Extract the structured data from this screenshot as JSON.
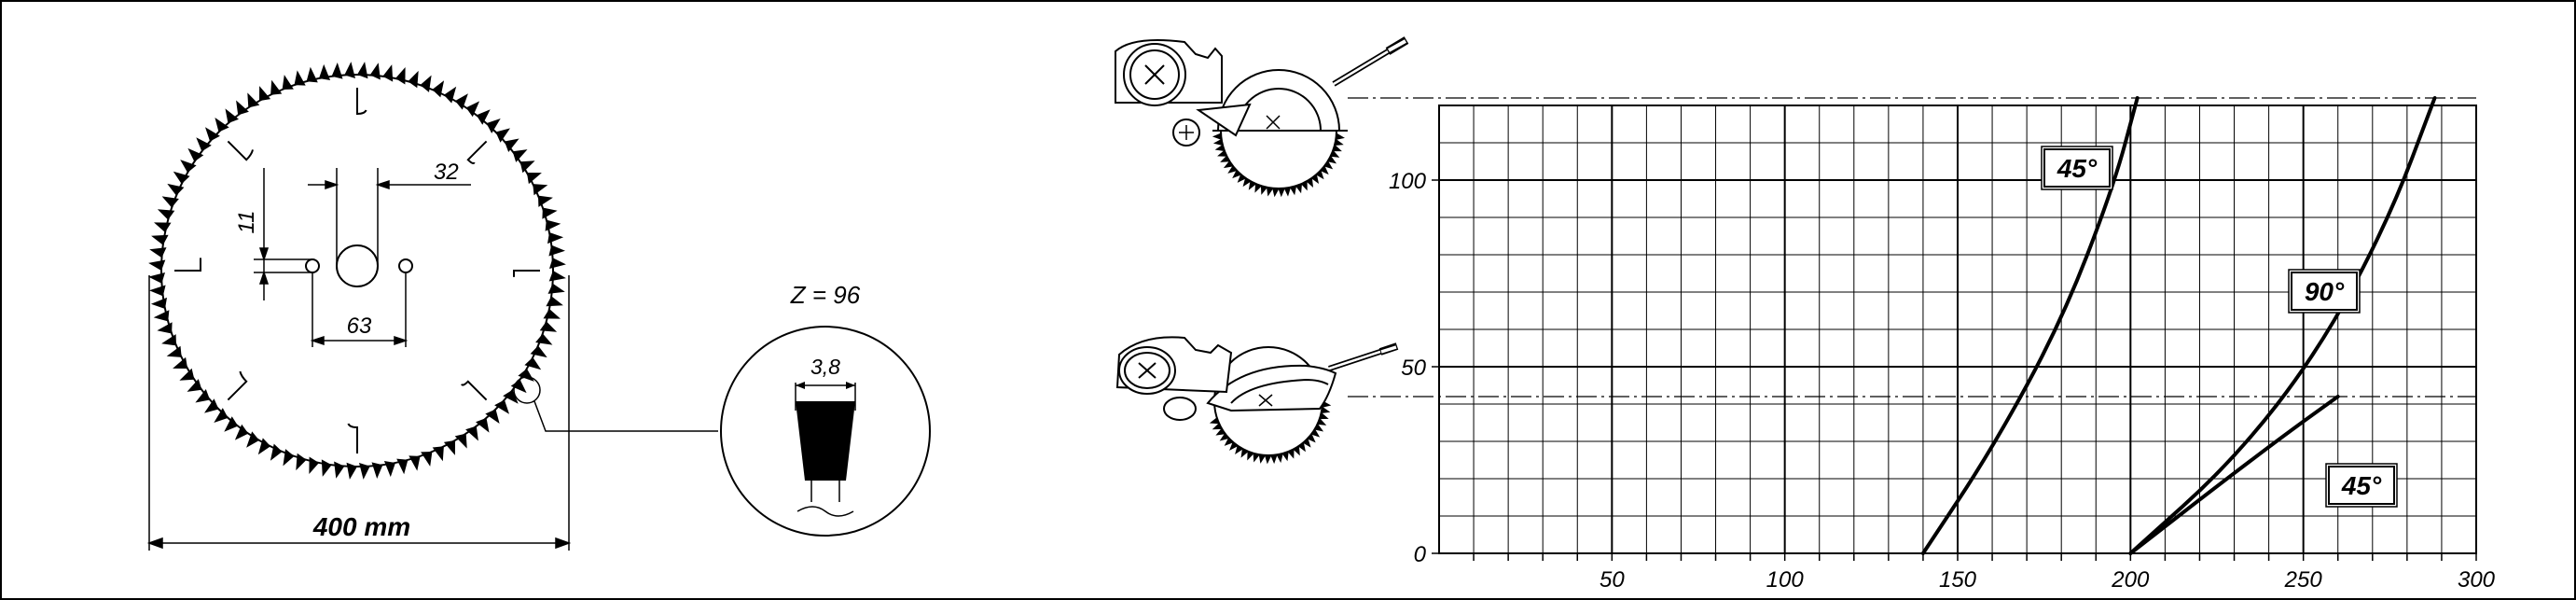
{
  "blade": {
    "diameter_label": "400 mm",
    "bore_dim_label": "32",
    "hole_offset_label": "11",
    "pinhole_spacing_label": "63",
    "teeth_label": "Z = 96",
    "kerf_label": "3,8",
    "tooth_count": 96
  },
  "chart_data": {
    "type": "line",
    "x_ticks": [
      "50",
      "100",
      "150",
      "200",
      "250",
      "300"
    ],
    "y_ticks": [
      "0",
      "50",
      "100"
    ],
    "xlim": [
      0,
      300
    ],
    "ylim": [
      0,
      120
    ],
    "grid": true,
    "series": [
      {
        "name": "45°",
        "x": [
          140,
          160,
          180,
          195,
          202
        ],
        "y": [
          0,
          28,
          62,
          98,
          122
        ]
      },
      {
        "name": "90°",
        "x": [
          200,
          230,
          255,
          275,
          288
        ],
        "y": [
          0,
          25,
          55,
          90,
          122
        ]
      },
      {
        "name": "45°",
        "x": [
          200,
          225,
          245,
          260
        ],
        "y": [
          0,
          18,
          32,
          42
        ]
      }
    ],
    "reference_lines_y": [
      122,
      42
    ]
  }
}
